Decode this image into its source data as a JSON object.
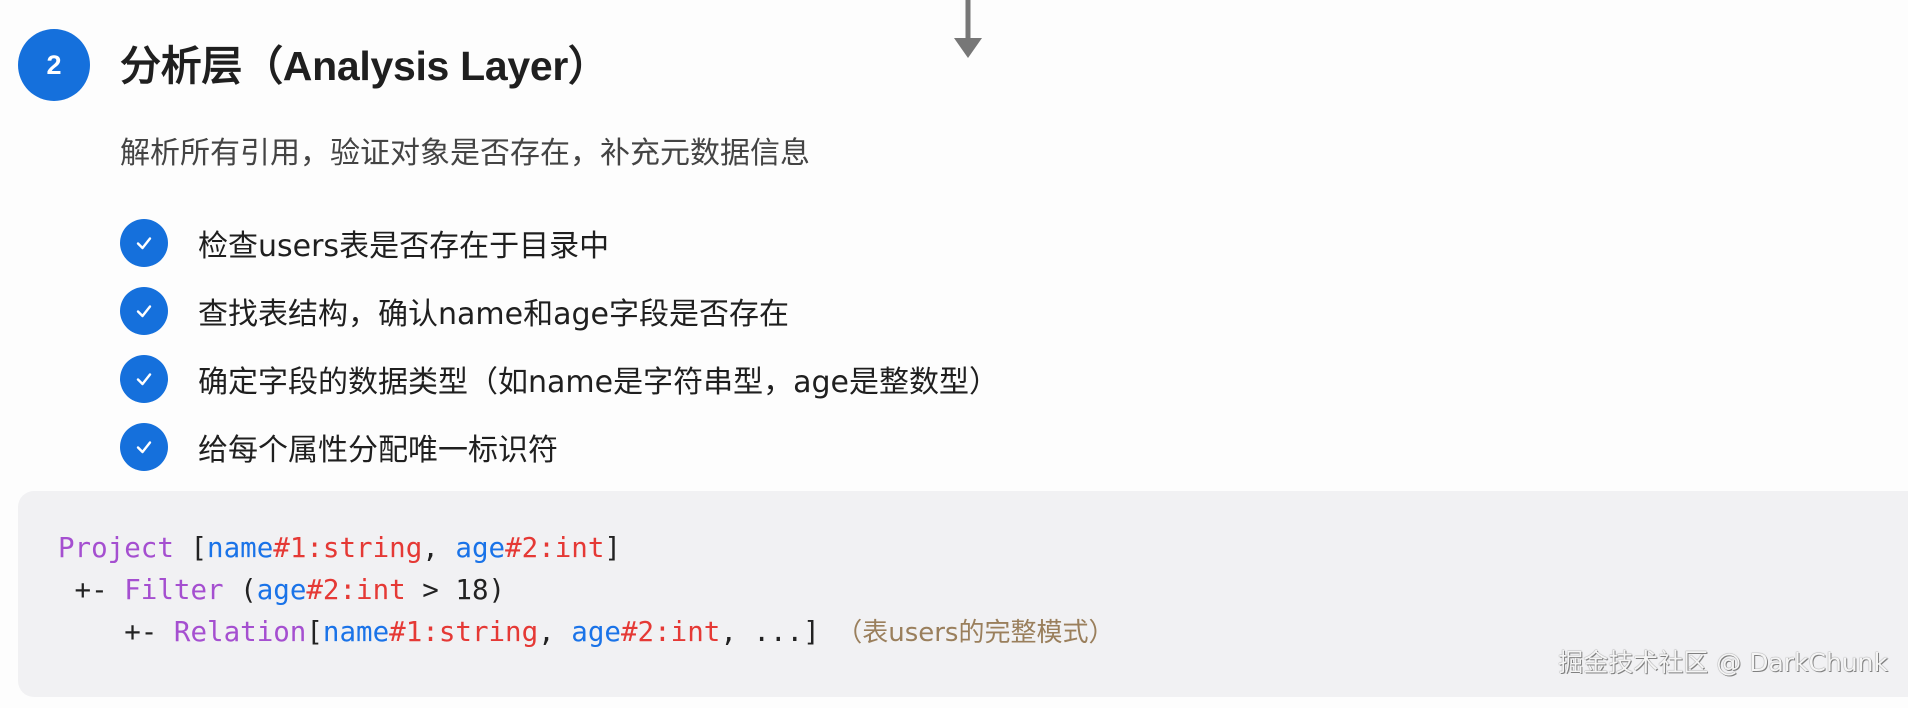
{
  "step": {
    "number": "2",
    "title": "分析层（Analysis Layer）",
    "description": "解析所有引用，验证对象是否存在，补充元数据信息"
  },
  "checklist": {
    "items": [
      {
        "label": "检查users表是否存在于目录中",
        "checked": true
      },
      {
        "label": "查找表结构，确认name和age字段是否存在",
        "checked": true
      },
      {
        "label": "确定字段的数据类型（如name是字符串型，age是整数型）",
        "checked": true
      },
      {
        "label": "给每个属性分配唯一标识符",
        "checked": true
      }
    ]
  },
  "code": {
    "lines": [
      {
        "tokens": [
          {
            "t": "Project",
            "k": "kw"
          },
          {
            "t": " [",
            "k": "pl"
          },
          {
            "t": "name",
            "k": "id"
          },
          {
            "t": "#1:string",
            "k": "ty"
          },
          {
            "t": ", ",
            "k": "pl"
          },
          {
            "t": "age",
            "k": "id"
          },
          {
            "t": "#2:int",
            "k": "ty"
          },
          {
            "t": "]",
            "k": "pl"
          }
        ]
      },
      {
        "tokens": [
          {
            "t": " +- ",
            "k": "pl"
          },
          {
            "t": "Filter",
            "k": "kw"
          },
          {
            "t": " (",
            "k": "pl"
          },
          {
            "t": "age",
            "k": "id"
          },
          {
            "t": "#2:int",
            "k": "ty"
          },
          {
            "t": " > 18)",
            "k": "pl"
          }
        ]
      },
      {
        "tokens": [
          {
            "t": "    +- ",
            "k": "pl"
          },
          {
            "t": "Relation",
            "k": "kw"
          },
          {
            "t": "[",
            "k": "pl"
          },
          {
            "t": "name",
            "k": "id"
          },
          {
            "t": "#1:string",
            "k": "ty"
          },
          {
            "t": ", ",
            "k": "pl"
          },
          {
            "t": "age",
            "k": "id"
          },
          {
            "t": "#2:int",
            "k": "ty"
          },
          {
            "t": ", ...] ",
            "k": "pl"
          },
          {
            "t": "（表users的完整模式）",
            "k": "cm"
          }
        ]
      }
    ]
  },
  "watermark": "掘金技术社区 @ DarkChunk",
  "colors": {
    "accent": "#1570dc",
    "keyword": "#a54fd0",
    "identifier": "#1a73e8",
    "type": "#e53935",
    "comment": "#9a7f5c",
    "code_bg": "#f1f1f3",
    "arrow": "#777777"
  },
  "icons": {
    "flow_arrow": "arrow-down-icon",
    "check": "check-icon"
  }
}
